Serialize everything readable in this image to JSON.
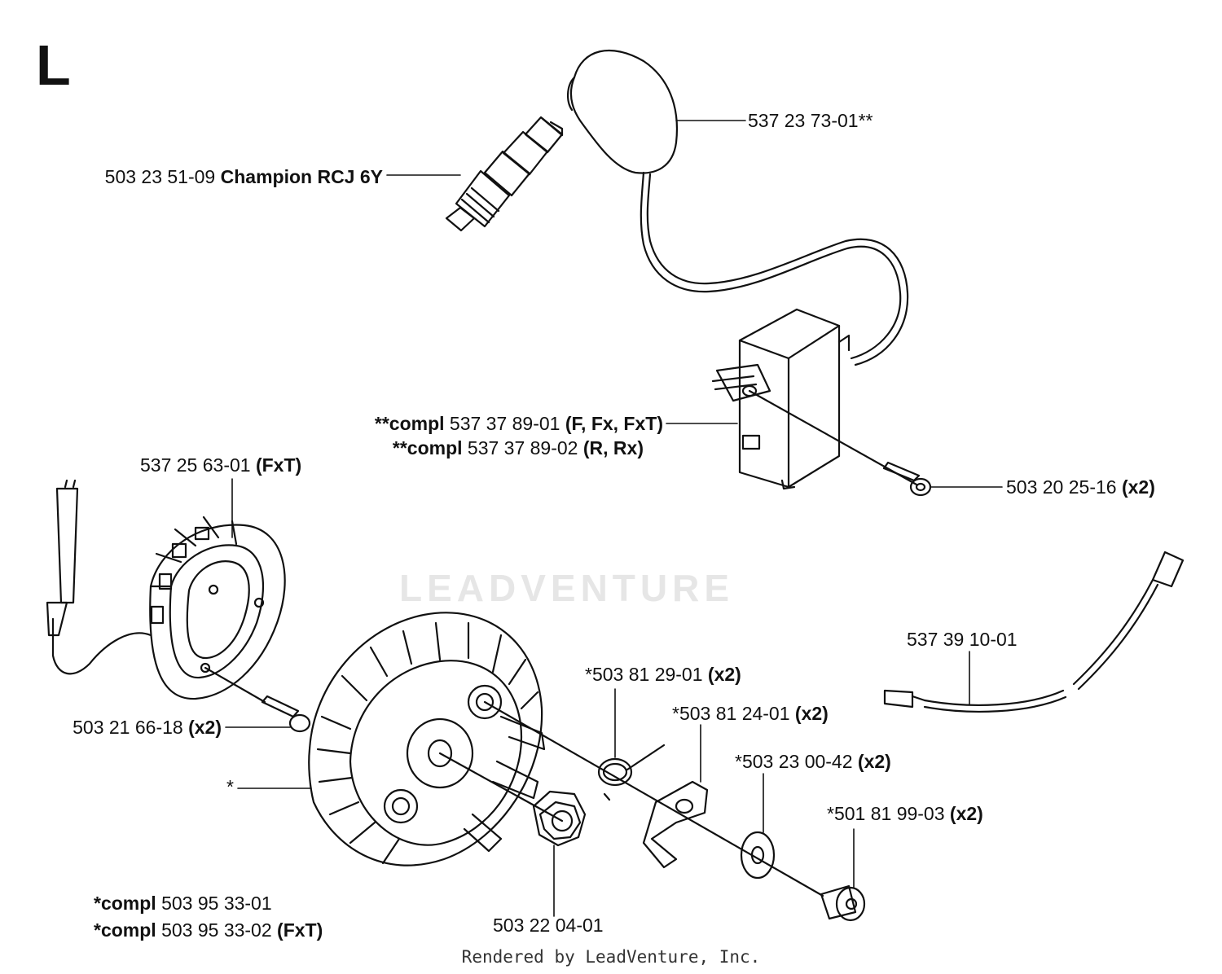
{
  "section_letter": "L",
  "watermark": "LEADVENTURE",
  "footer": "Rendered by LeadVenture, Inc.",
  "labels": {
    "spark_plug": {
      "num": "503 23 51-09",
      "desc": "Champion RCJ 6Y"
    },
    "plug_cap": {
      "num": "537 23 73-01**"
    },
    "ignition_1": {
      "prefix": "**compl",
      "num": "537 37 89-01",
      "variants": "(F, Fx, FxT)"
    },
    "ignition_2": {
      "prefix": "**compl",
      "num": "537 37 89-02",
      "variants": "(R, Rx)"
    },
    "ign_screw": {
      "num": "503 20 25-16",
      "qty": "(x2)"
    },
    "coil": {
      "num": "537 25 63-01",
      "variants": "(FxT)"
    },
    "coil_screw": {
      "num": "503 21 66-18",
      "qty": "(x2)"
    },
    "flywheel": {
      "num": "*"
    },
    "flywheel_c1": {
      "prefix": "*compl",
      "num": "503 95 33-01"
    },
    "flywheel_c2": {
      "prefix": "*compl",
      "num": "503 95 33-02",
      "variants": "(FxT)"
    },
    "nut": {
      "num": "503 22 04-01"
    },
    "spring": {
      "num": "*503 81 29-01",
      "qty": "(x2)"
    },
    "pawl": {
      "num": "*503 81 24-01",
      "qty": "(x2)"
    },
    "washer": {
      "num": "*503 23 00-42",
      "qty": "(x2)"
    },
    "pawl_screw": {
      "num": "*501 81 99-03",
      "qty": "(x2)"
    },
    "cable": {
      "num": "537 39 10-01"
    }
  }
}
